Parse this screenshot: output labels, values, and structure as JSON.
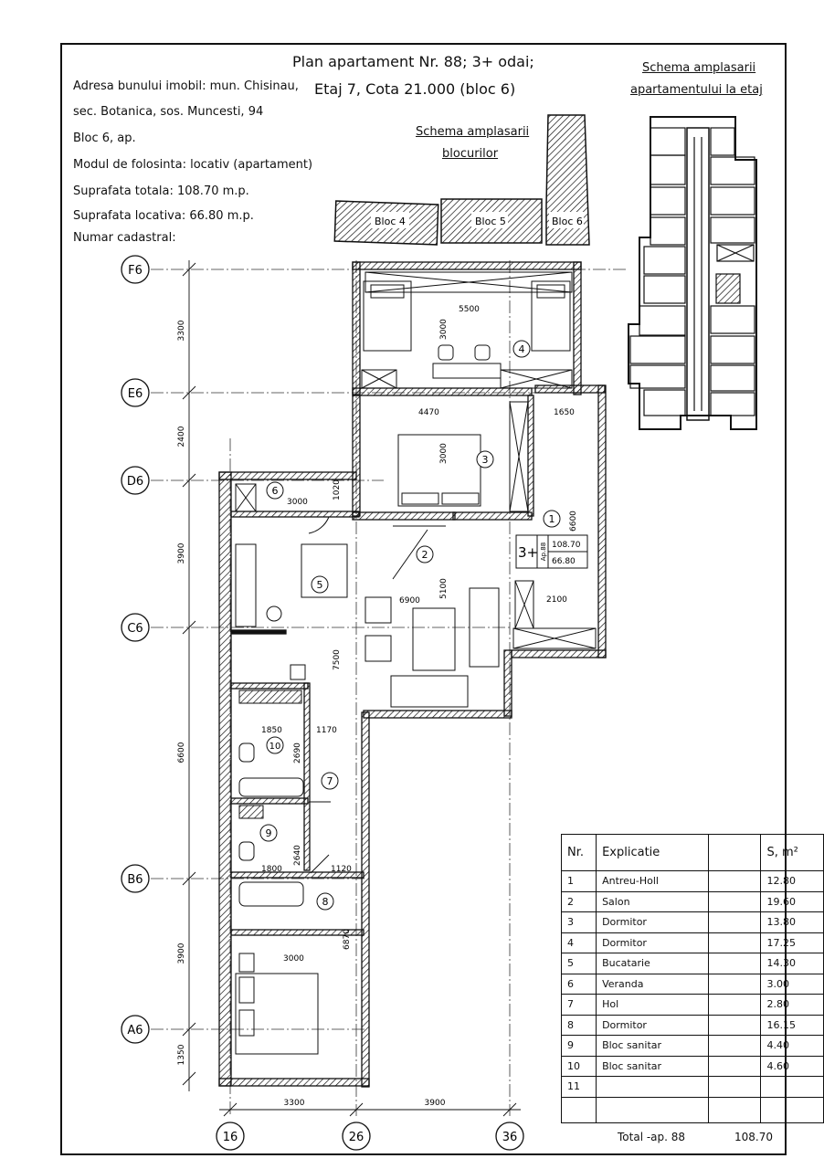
{
  "title": {
    "line1": "Plan apartament  Nr. 88; 3+ odai;",
    "line2": "Etaj 7, Cota 21.000 (bloc 6)"
  },
  "info": {
    "address1": "Adresa bunului imobil: mun. Chisinau,",
    "address2": "sec. Botanica, sos. Muncesti, 94",
    "block": "Bloc 6, ap.",
    "usage": "Modul de folosinta: locativ (apartament)",
    "total_area": "Suprafata totala: 108.70 m.p.",
    "living_area": "Suprafata locativa: 66.80 m.p.",
    "cadastral": "Numar cadastral:"
  },
  "schema_blocks": {
    "title1": "Schema amplasarii",
    "title2": "blocurilor",
    "blocks": [
      "Bloc 4",
      "Bloc 5",
      "Bloc 6"
    ]
  },
  "schema_floor": {
    "title1": "Schema amplasarii",
    "title2": "apartamentului la etaj"
  },
  "axes": {
    "rows": [
      "F6",
      "E6",
      "D6",
      "C6",
      "B6",
      "A6"
    ],
    "cols": [
      "16",
      "26",
      "36"
    ]
  },
  "dims": {
    "left": [
      "3300",
      "2400",
      "3900",
      "6600",
      "3900",
      "1350"
    ],
    "bottom": [
      "3300",
      "3900"
    ],
    "interior": [
      "5500",
      "3000",
      "4470",
      "1650",
      "3000",
      "3000",
      "1020",
      "6600",
      "6900",
      "5100",
      "2100",
      "7500",
      "1850",
      "1170",
      "2690",
      "1800",
      "1120",
      "2640",
      "6870",
      "3000"
    ]
  },
  "rooms": [
    "1",
    "2",
    "3",
    "4",
    "5",
    "6",
    "7",
    "8",
    "9",
    "10"
  ],
  "apt_badge": {
    "label": "3+",
    "sub": "Ap.88",
    "v1": "108.70",
    "v2": "66.80"
  },
  "table": {
    "headers": [
      "Nr.",
      "Explicatie",
      "S, m²"
    ],
    "rows": [
      {
        "nr": "1",
        "name": "Antreu-Holl",
        "area": "12.80"
      },
      {
        "nr": "2",
        "name": "Salon",
        "area": "19.60"
      },
      {
        "nr": "3",
        "name": "Dormitor",
        "area": "13.80"
      },
      {
        "nr": "4",
        "name": "Dormitor",
        "area": "17.25"
      },
      {
        "nr": "5",
        "name": "Bucatarie",
        "area": "14.30"
      },
      {
        "nr": "6",
        "name": "Veranda",
        "area": "3.00"
      },
      {
        "nr": "7",
        "name": "Hol",
        "area": "2.80"
      },
      {
        "nr": "8",
        "name": "Dormitor",
        "area": "16.15"
      },
      {
        "nr": "9",
        "name": "Bloc sanitar",
        "area": "4.40"
      },
      {
        "nr": "10",
        "name": "Bloc sanitar",
        "area": "4.60"
      },
      {
        "nr": "11",
        "name": "",
        "area": ""
      }
    ],
    "total_label": "Total -ap. 88",
    "total_value": "108.70"
  }
}
